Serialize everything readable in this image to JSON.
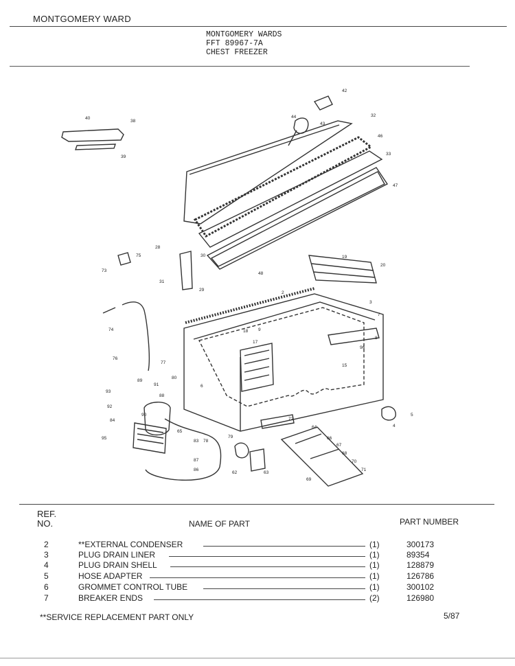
{
  "header": {
    "brand": "MONTGOMERY WARD",
    "lines": [
      "MONTGOMERY WARDS",
      "FFT 89967-7A",
      "CHEST FREEZER"
    ]
  },
  "diagram": {
    "callouts": [
      "42",
      "32",
      "44",
      "43",
      "40",
      "38",
      "46",
      "33",
      "39",
      "47",
      "28",
      "75",
      "30",
      "19",
      "20",
      "73",
      "31",
      "29",
      "48",
      "2",
      "3",
      "74",
      "7",
      "18",
      "9",
      "17",
      "8",
      "96",
      "76",
      "77",
      "15",
      "89",
      "91",
      "80",
      "6",
      "93",
      "88",
      "92",
      "90",
      "5",
      "84",
      "72",
      "65",
      "64",
      "66",
      "4",
      "95",
      "83",
      "78",
      "79",
      "67",
      "68",
      "87",
      "70",
      "71",
      "86",
      "62",
      "63",
      "69"
    ]
  },
  "table": {
    "ref_label_1": "REF.",
    "ref_label_2": "NO.",
    "name_header": "NAME OF PART",
    "part_header": "PART NUMBER",
    "rows": [
      {
        "no": "2",
        "name": "**EXTERNAL CONDENSER",
        "qty": "(1)",
        "part": "300173"
      },
      {
        "no": "3",
        "name": "PLUG DRAIN LINER",
        "qty": "(1)",
        "part": "89354"
      },
      {
        "no": "4",
        "name": "PLUG DRAIN SHELL",
        "qty": "(1)",
        "part": "128879"
      },
      {
        "no": "5",
        "name": "HOSE ADAPTER",
        "qty": "(1)",
        "part": "126786"
      },
      {
        "no": "6",
        "name": "GROMMET CONTROL TUBE",
        "qty": "(1)",
        "part": "300102"
      },
      {
        "no": "7",
        "name": "BREAKER ENDS",
        "qty": "(2)",
        "part": "126980"
      }
    ]
  },
  "footer": {
    "note": "**SERVICE REPLACEMENT PART ONLY",
    "date": "5/87"
  }
}
